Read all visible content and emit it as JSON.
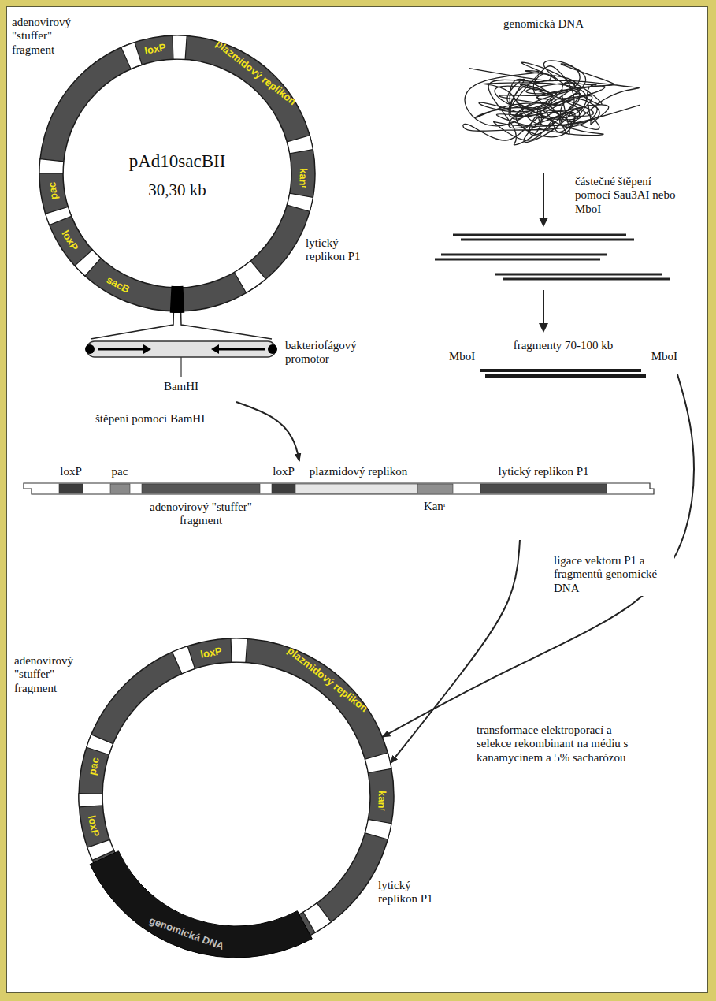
{
  "diagram": {
    "nodes": [
      {
        "text": [
          "pAd10sacBII",
          "30,30 kb",
          "loxP",
          "plazmidový replikon",
          "kanʳ",
          "lytický replikon P1",
          "sacB",
          "loxP",
          "pac",
          "adenovirový \"stuffer\" fragment"
        ]
      },
      {
        "text": [
          "genomická DNA"
        ]
      },
      {
        "text": [
          "bakteriofágový promotor",
          "BamHI"
        ]
      },
      {
        "text": [
          "MboI",
          "fragmenty 70-100 kb",
          "MboI"
        ]
      },
      {
        "text": [
          "loxP",
          "pac",
          "adenovirový \"stuffer\" fragment",
          "loxP",
          "plazmidový replikon",
          "Kanʳ",
          "lytický replikon P1"
        ]
      },
      {
        "text": [
          "adenovirový \"stuffer\" fragment",
          "loxP",
          "plazmidový replikon",
          "kanʳ",
          "lytický replikon P1",
          "genomická DNA",
          "pac",
          "loxP"
        ]
      }
    ],
    "edges": [
      {
        "from": 0,
        "to": 2,
        "arrow": "none"
      },
      {
        "from": 2,
        "to": 4,
        "arrow": "to",
        "label": "štěpení pomocí BamHI"
      },
      {
        "from": 3,
        "to": 5,
        "arrow": "to",
        "label": "ligace vektoru P1 a fragmentů genomické DNA"
      },
      {
        "from": 4,
        "to": 5,
        "arrow": "to"
      }
    ],
    "labels": [
      "částečné štěpení pomocí Sau3AI nebo MboI",
      "transformace elektroporací a selekce rekombinant na médiu s kanamycinem a 5% sacharózou"
    ]
  }
}
